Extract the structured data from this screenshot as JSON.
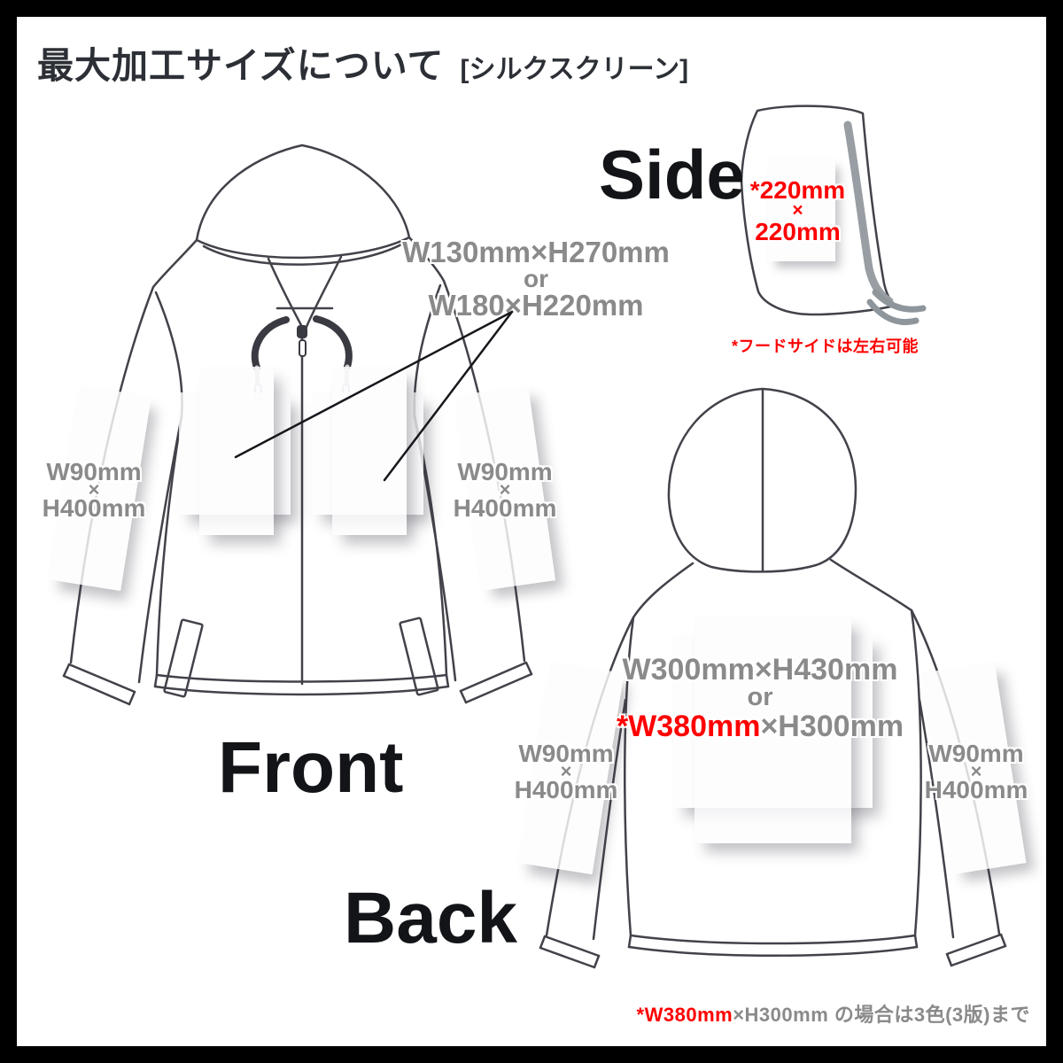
{
  "title": {
    "main": "最大加工サイズについて",
    "method": "[シルクスクリーン]"
  },
  "labels": {
    "front": "Front",
    "back": "Back",
    "side": "Side"
  },
  "front": {
    "chest": {
      "line1": "W130mm×H270mm",
      "or": "or",
      "line2": "W180×H220mm"
    }
  },
  "sleeve": {
    "w": "W90mm",
    "x": "×",
    "h": "H400mm"
  },
  "back": {
    "body": {
      "line1": "W300mm×H430mm",
      "or": "or",
      "line3_red": "*W380mm",
      "line3_gray": "×H300mm"
    }
  },
  "side": {
    "hood": {
      "line1": "*220mm",
      "x": "×",
      "line2": "220mm"
    },
    "note": "*フードサイドは左右可能"
  },
  "footnote": {
    "red": "*W380mm",
    "gray": "×H300mm の場合は3色(3版)まで"
  },
  "colors": {
    "accent_red": "#ff0000",
    "size_gray": "#8a8a8a",
    "line_art": "#42424a"
  }
}
